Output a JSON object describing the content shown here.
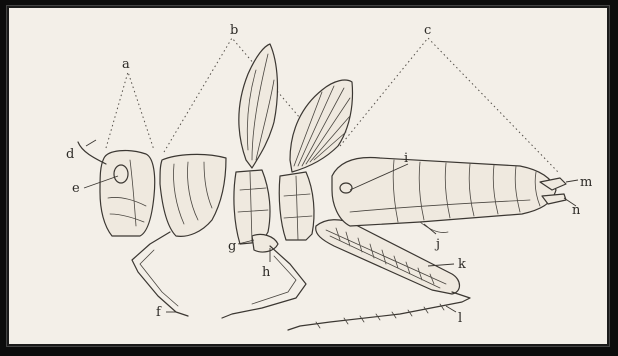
{
  "figure": {
    "labels": {
      "a": "a",
      "b": "b",
      "c": "c",
      "d": "d",
      "e": "e",
      "f": "f",
      "g": "g",
      "h": "h",
      "i": "i",
      "j": "j",
      "k": "k",
      "l": "l",
      "m": "m",
      "n": "n"
    }
  }
}
